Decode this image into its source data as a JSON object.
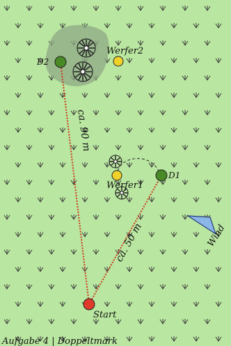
{
  "map": {
    "background_color": "#b9e6a0",
    "grass_color": "#3a3a3a",
    "rough_color": "#8fa886",
    "line_color": "#cc3a1e",
    "dogleg_color": "#444444",
    "footer": "Aufgabe 4 | Doppeltmark"
  },
  "markers": {
    "start": {
      "label": "Start",
      "color": "#e03a2a"
    },
    "d1": {
      "label": "D1",
      "color": "#4a8a26"
    },
    "d2": {
      "label": "D2",
      "color": "#4a8a26"
    },
    "werfer1": {
      "label": "Werfer1",
      "color": "#f0d22a"
    },
    "werfer2": {
      "label": "Werfer2",
      "color": "#f0d22a"
    }
  },
  "distances": {
    "start_to_d1": "ca. 50 m",
    "start_to_d2": "ca. 90 m"
  },
  "wind": {
    "label": "Wind",
    "color": "#8ab6e8",
    "icon": "wind-pennant-icon"
  },
  "icons": {
    "tree": "tree-icon",
    "grass": "grass-tuft-icon"
  }
}
